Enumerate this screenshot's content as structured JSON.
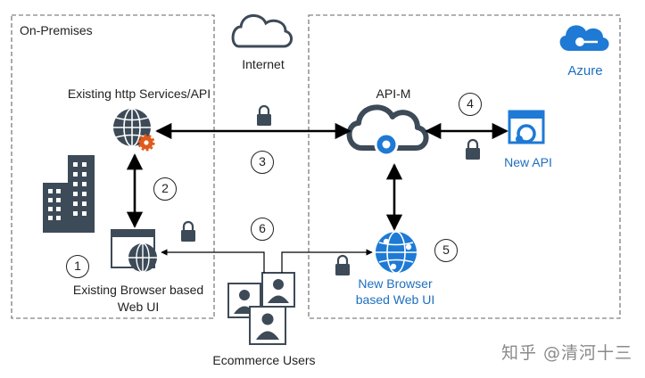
{
  "zones": {
    "on_premises": "On-Premises",
    "internet": "Internet",
    "azure": "Azure"
  },
  "nodes": {
    "existing_services": "Existing http Services/API",
    "apim": "API-M",
    "new_api": "New API",
    "existing_web_ui_line1": "Existing Browser based",
    "existing_web_ui_line2": "Web UI",
    "new_web_ui_line1": "New Browser",
    "new_web_ui_line2": "based Web UI",
    "users": "Ecommerce Users"
  },
  "steps": [
    "1",
    "2",
    "3",
    "4",
    "5",
    "6"
  ],
  "watermark": "知乎 @清河十三",
  "colors": {
    "azure_blue": "#1e7ad4",
    "dark_slate": "#3d4a57",
    "gear_orange": "#e05a1c",
    "border_gray": "#666666",
    "text_blue": "#1e6fbf"
  }
}
